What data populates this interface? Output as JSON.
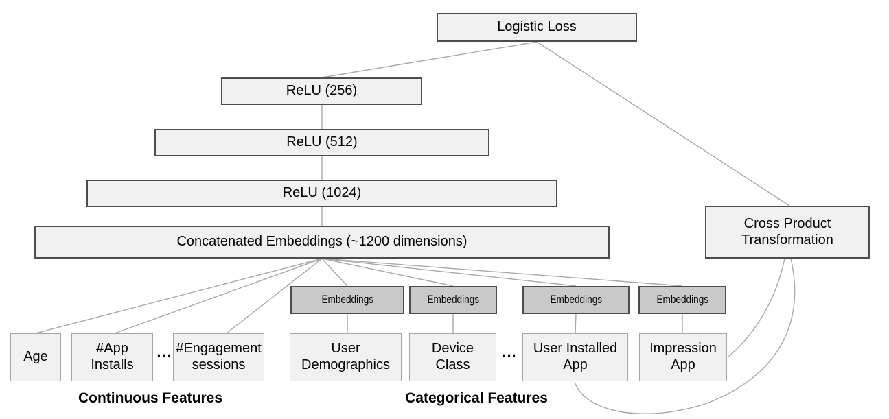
{
  "diagram": {
    "nodes": {
      "logistic_loss": "Logistic Loss",
      "relu_256": "ReLU (256)",
      "relu_512": "ReLU (512)",
      "relu_1024": "ReLU (1024)",
      "concatenated_embeddings": "Concatenated Embeddings (~1200 dimensions)",
      "cross_product_transformation": "Cross Product\nTransformation",
      "embedding_1": "Embeddings",
      "embedding_2": "Embeddings",
      "embedding_3": "Embeddings",
      "embedding_4": "Embeddings"
    },
    "continuous_features": {
      "age": "Age",
      "app_installs": "#App\nInstalls",
      "engagement_sessions": "#Engagement\nsessions"
    },
    "categorical_features": {
      "user_demographics": "User\nDemographics",
      "device_class": "Device\nClass",
      "user_installed_app": "User Installed\nApp",
      "impression_app": "Impression\nApp"
    },
    "group_labels": {
      "continuous": "Continuous Features",
      "categorical": "Categorical Features"
    },
    "ellipsis": "..."
  },
  "colors": {
    "background": "#ffffff",
    "box_fill_light": "#f1f1f1",
    "box_fill_embedding": "#c9c9c9",
    "box_border_dark": "#4d4d4d",
    "box_border_light": "#a6a6a6",
    "edge_line": "#a8a8a8",
    "text": "#000000"
  }
}
